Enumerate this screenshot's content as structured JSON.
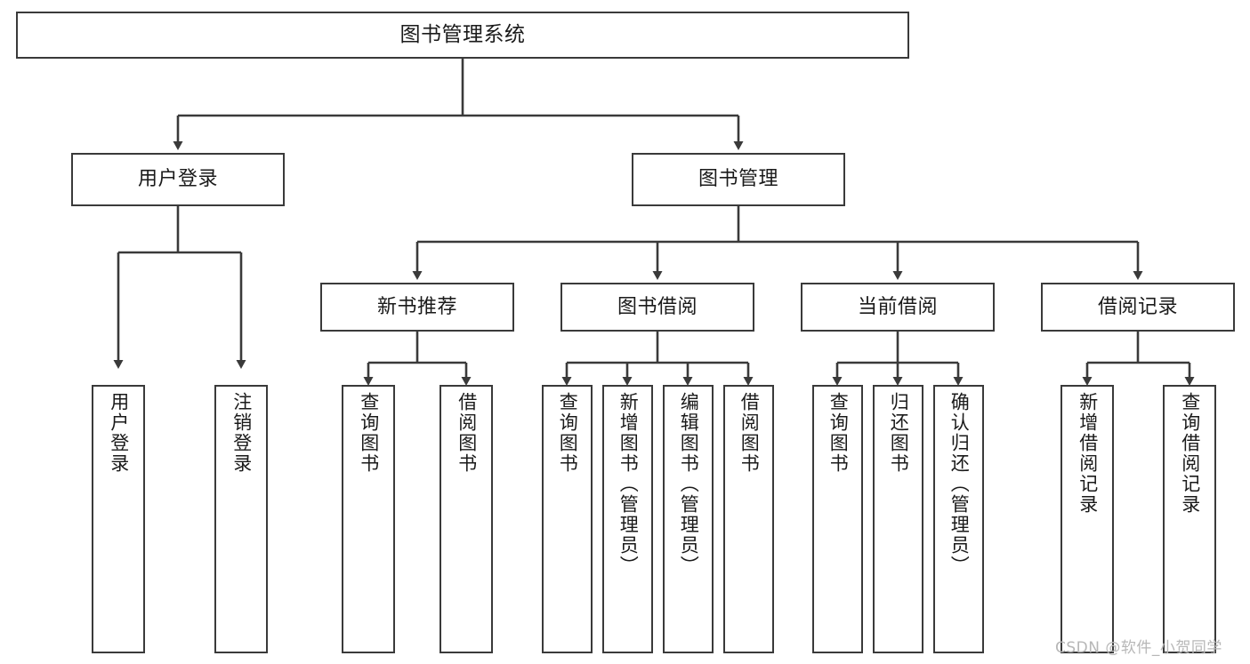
{
  "diagram": {
    "title": "图书管理系统",
    "watermark": "CSDN @软件_小贺同学",
    "type": "tree-hierarchy",
    "orientation": "top-down",
    "box_fill": "#ffffff",
    "box_stroke": "#3a3a3a",
    "edge_color": "#3a3a3a",
    "background": "#ffffff"
  },
  "nodes": {
    "root": {
      "label": "图书管理系统",
      "level": 0
    },
    "l1": [
      {
        "id": "user-login",
        "label": "用户登录",
        "level": 1
      },
      {
        "id": "book-manage",
        "label": "图书管理",
        "level": 1
      }
    ],
    "l2": [
      {
        "id": "new-book-recommend",
        "label": "新书推荐",
        "level": 2,
        "parent": "book-manage"
      },
      {
        "id": "book-borrow",
        "label": "图书借阅",
        "level": 2,
        "parent": "book-manage"
      },
      {
        "id": "current-borrow",
        "label": "当前借阅",
        "level": 2,
        "parent": "book-manage"
      },
      {
        "id": "borrow-record",
        "label": "借阅记录",
        "level": 2,
        "parent": "book-manage"
      }
    ],
    "leaves": [
      {
        "id": "leaf-user-login",
        "label": "用户登录",
        "parent": "user-login"
      },
      {
        "id": "leaf-logout",
        "label": "注销登录",
        "parent": "user-login"
      },
      {
        "id": "leaf-query-book-1",
        "label": "查询图书",
        "parent": "new-book-recommend"
      },
      {
        "id": "leaf-borrow-book-1",
        "label": "借阅图书",
        "parent": "new-book-recommend"
      },
      {
        "id": "leaf-query-book-2",
        "label": "查询图书",
        "parent": "book-borrow"
      },
      {
        "id": "leaf-add-book",
        "label": "新增图书（管理员）",
        "parent": "book-borrow"
      },
      {
        "id": "leaf-edit-book",
        "label": "编辑图书（管理员）",
        "parent": "book-borrow"
      },
      {
        "id": "leaf-borrow-book-2",
        "label": "借阅图书",
        "parent": "book-borrow"
      },
      {
        "id": "leaf-query-book-3",
        "label": "查询图书",
        "parent": "current-borrow"
      },
      {
        "id": "leaf-return-book",
        "label": "归还图书",
        "parent": "current-borrow"
      },
      {
        "id": "leaf-confirm-return",
        "label": "确认归还（管理员）",
        "parent": "current-borrow"
      },
      {
        "id": "leaf-add-record",
        "label": "新增借阅记录",
        "parent": "borrow-record"
      },
      {
        "id": "leaf-query-record",
        "label": "查询借阅记录",
        "parent": "borrow-record"
      }
    ]
  }
}
